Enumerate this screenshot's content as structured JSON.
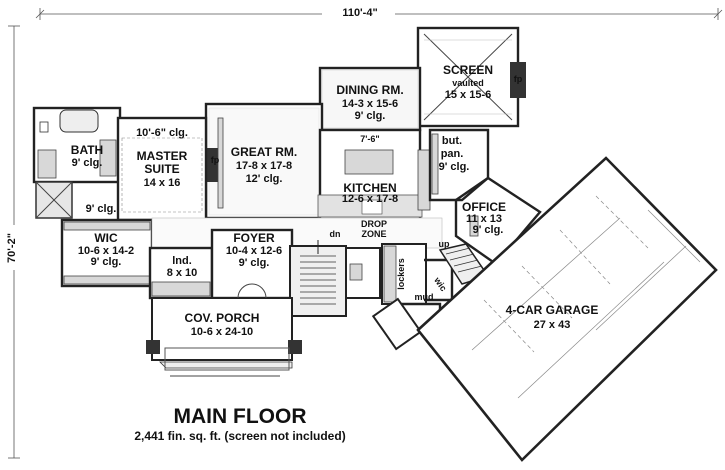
{
  "dimensions": {
    "overall_width": "110'-4\"",
    "overall_depth": "70'-2\""
  },
  "rooms": {
    "bath": {
      "name": "BATH",
      "clg": "9' clg."
    },
    "master_suite": {
      "clg_note": "10'-6\" clg.",
      "name_line1": "MASTER",
      "name_line2": "SUITE",
      "size": "14 x 16"
    },
    "great_room": {
      "name": "GREAT RM.",
      "size": "17-8 x 17-8",
      "clg": "12' clg."
    },
    "dining": {
      "name": "DINING RM.",
      "size": "14-3 x 15-6",
      "clg": "9' clg."
    },
    "kitchen": {
      "name": "KITCHEN",
      "size": "12-6 x 17-8",
      "island": "7'-6\""
    },
    "screen": {
      "name": "SCREEN",
      "note": "vaulted",
      "size": "15 x 15-6"
    },
    "butler_pantry": {
      "line1": "but.",
      "line2": "pan.",
      "clg": "9' clg."
    },
    "office": {
      "name": "OFFICE",
      "size": "11 x 13",
      "clg": "9' clg."
    },
    "wic": {
      "name": "WIC",
      "size": "10-6 x 14-2",
      "clg": "9' clg."
    },
    "hall_clg": "9' clg.",
    "laundry": {
      "name": "lnd.",
      "size": "8 x 10"
    },
    "foyer": {
      "name": "FOYER",
      "size": "10-4 x 12-6",
      "clg": "9' clg."
    },
    "porch": {
      "name": "COV. PORCH",
      "size": "10-6 x 24-10"
    },
    "garage": {
      "name": "4-CAR GARAGE",
      "size": "27 x 43"
    },
    "drop_zone": {
      "line1": "DROP",
      "line2": "ZONE"
    },
    "lockers": "lockers",
    "mud": "mud",
    "small_wic": "wic"
  },
  "markers": {
    "fp": "fp",
    "stair_down": "dn",
    "stair_up": "up"
  },
  "caption": {
    "title": "MAIN FLOOR",
    "subtitle": "2,441 fin. sq. ft. (screen not included)"
  }
}
